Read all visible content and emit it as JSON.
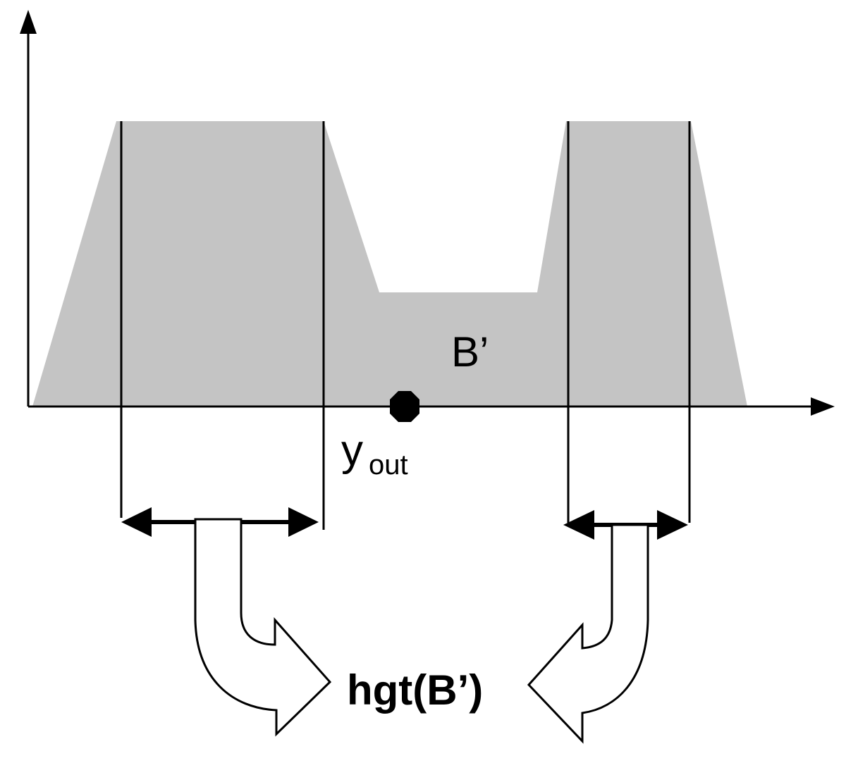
{
  "diagram": {
    "region_label": "B’",
    "point_label_main": "y",
    "point_label_sub": "out",
    "result_label": "hgt(B’)"
  },
  "colors": {
    "fill": "#c4c4c4",
    "stroke": "#000000",
    "background": "#ffffff"
  }
}
